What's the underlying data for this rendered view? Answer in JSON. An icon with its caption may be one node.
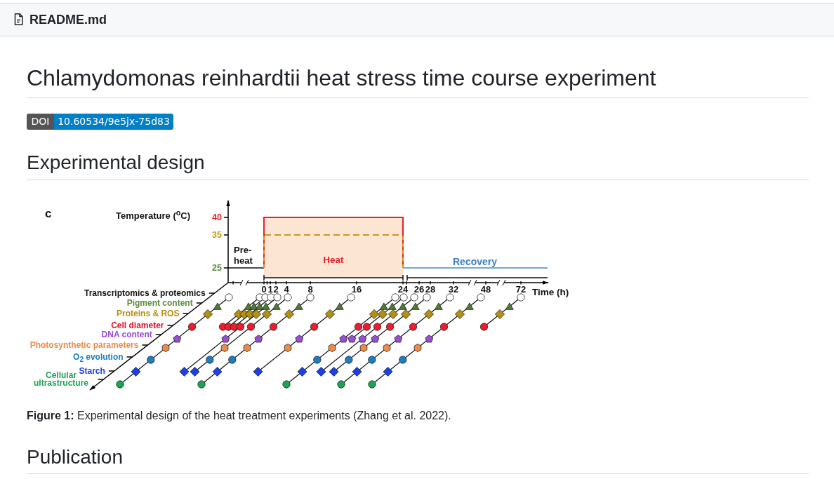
{
  "diagram": {
    "title": "Chlamydomonas reinhardtii heat stress time course experiment",
    "caption": "**Figure 1:** Experimental design of the heat treatment experiments (Zhang et al. 2022).",
    "nodes": [
      {
        "text": [
          "Heat"
        ]
      }
    ],
    "labels": [
      "README.md",
      "DOI",
      "10.60534/9e5jx-75d83",
      "Experimental design",
      "c",
      "Temperature ($^{o}$C)",
      "40",
      "35",
      "Pre-heat",
      "25",
      "Recovery",
      "Transcriptomics & proteomics",
      "0",
      "1",
      "2",
      "4",
      "8",
      "16",
      "24",
      "26",
      "28",
      "32",
      "48",
      "72",
      "Time (h)",
      "Pigment content",
      "Proteins & ROS",
      "Cell diameter",
      "DNA content",
      "Photosynthetic parameters",
      "O$_{2}$ evolution",
      "Starch",
      "Cellular ultrastructure",
      "Publication"
    ]
  }
}
